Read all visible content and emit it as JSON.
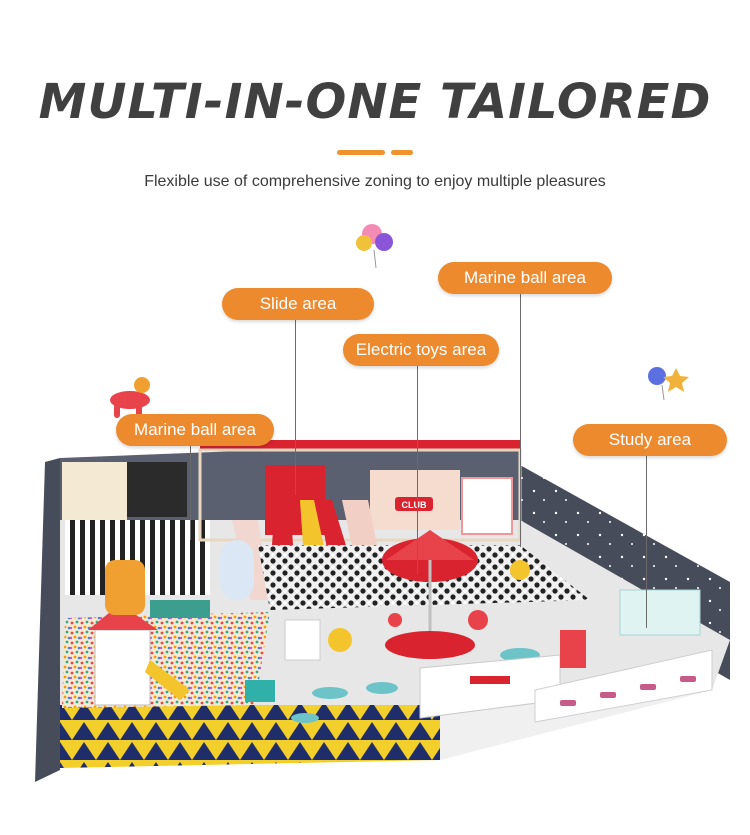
{
  "header": {
    "title": "MULTI-IN-ONE TAILORED",
    "subtitle": "Flexible use of comprehensive zoning to enjoy multiple pleasures"
  },
  "labels": {
    "slide_area": "Slide area",
    "marine_ball_area_right": "Marine ball area",
    "electric_toys_area": "Electric toys area",
    "marine_ball_area_left": "Marine ball area",
    "study_area": "Study area"
  },
  "scene": {
    "sign_text": "CLUB"
  },
  "colors": {
    "accent": "#ee8a2e",
    "title": "#404040",
    "wall": "#474c5b",
    "floor": "#e6e6e6",
    "red": "#d9232f"
  }
}
